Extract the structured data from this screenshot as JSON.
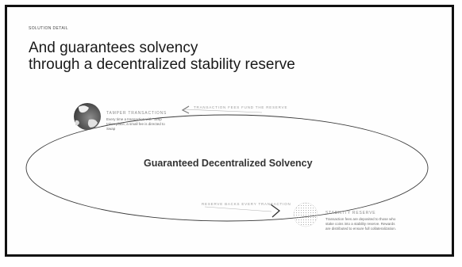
{
  "slide": {
    "eyebrow": "SOLUTION DETAIL",
    "title_line1": "And guarantees solvency",
    "title_line2": "through a decentralized stability reserve",
    "center_label": "Guaranteed Decentralized Solvency"
  },
  "nodes": [
    {
      "title": "TAMPER TRANSACTIONS",
      "description": "Every time a transaction with Tamp takes place, a small fee is directed to Swap"
    },
    {
      "title": "STABILITY RESERVE",
      "description": "Transaction fees are deposited to those who stake coins into a stability reserve. Rewards are distributed to ensure full collateralization."
    }
  ],
  "arrows": {
    "top_label": "TRANSACTION FEES FUND THE RESERVE",
    "bottom_label": "RESERVE BACKS EVERY TRANSACTION"
  }
}
